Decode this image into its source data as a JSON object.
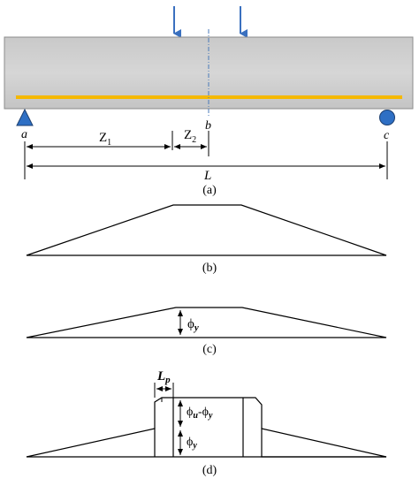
{
  "panels": {
    "a": {
      "caption": "(a)",
      "point_a": "a",
      "point_b": "b",
      "point_c": "c",
      "dim_z1": "Z",
      "dim_z1_sub": "1",
      "dim_z2": "Z",
      "dim_z2_sub": "2",
      "dim_l": "L"
    },
    "b": {
      "caption": "(b)"
    },
    "c": {
      "caption": "(c)",
      "phi_y": "ϕ",
      "phi_y_sub": "y"
    },
    "d": {
      "caption": "(d)",
      "lp": "L",
      "lp_sub": "p",
      "phi_u": "ϕ",
      "phi_u_sub": "u",
      "dash": "-ϕ",
      "phi_u_y_sub": "y",
      "phi_y": "ϕ",
      "phi_y_sub": "y"
    }
  },
  "colors": {
    "beam_fill": "#cfcfcf",
    "beam_stroke": "#8c8c8c",
    "rebar": "#f5b800",
    "load_arrow": "#3a70bf",
    "support": "#2e6fc4",
    "centerline": "#4a7ab8"
  },
  "icons": {
    "pin_support": "triangle-support-icon",
    "roller_support": "circle-roller-icon",
    "load": "down-arrow-icon"
  }
}
